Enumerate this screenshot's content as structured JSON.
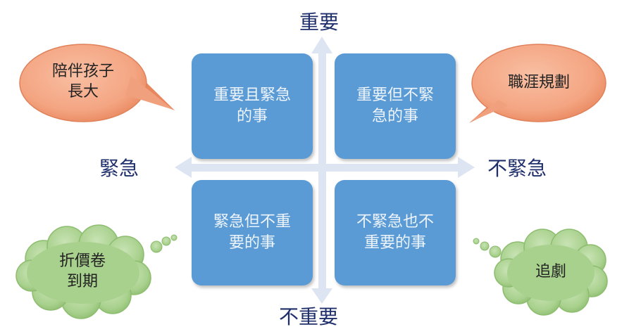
{
  "axes": {
    "top": "重要",
    "bottom": "不重要",
    "left": "緊急",
    "right": "不緊急"
  },
  "quadrants": {
    "top_left": "重要且緊急\n的事",
    "top_right": "重要但不緊\n急的事",
    "bottom_left": "緊急但不重\n要的事",
    "bottom_right": "不緊急也不\n重要的事"
  },
  "callouts": {
    "top_left": "陪伴孩子\n長大",
    "top_right": "職涯規劃",
    "bottom_left": "折價卷\n到期",
    "bottom_right": "追劇"
  },
  "colors": {
    "quadrant_fill": "#5b9bd5",
    "axis_arrow": "#dde4f2",
    "speech_bubble_fill": "#f4a582",
    "thought_bubble_fill": "#a9d18e",
    "axis_label_color": "#1f2f6b"
  }
}
